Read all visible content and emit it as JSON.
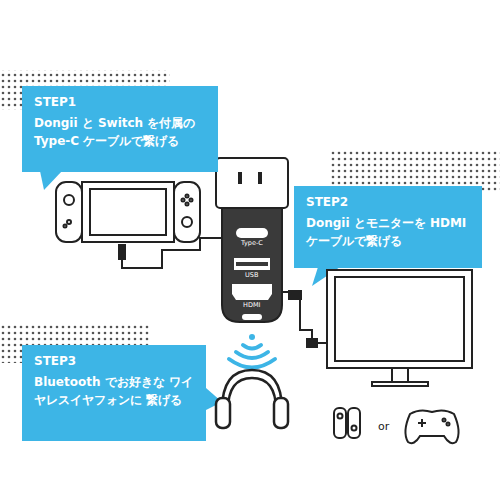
{
  "diagram": {
    "nodes": [
      {
        "text": [
          "STEP1",
          "Dongii と Switch を付属の Type-C ケーブルで繋げる"
        ]
      },
      {
        "text": [
          "STEP2",
          "Dongii とモニターを HDMI ケーブルで繋げる"
        ]
      },
      {
        "text": [
          "STEP3",
          "Bluetooth でお好きな ワイヤレスイヤフォンに 繋げる"
        ]
      }
    ],
    "labels": [
      "Type-C",
      "USB",
      "HDMI",
      "or"
    ]
  }
}
